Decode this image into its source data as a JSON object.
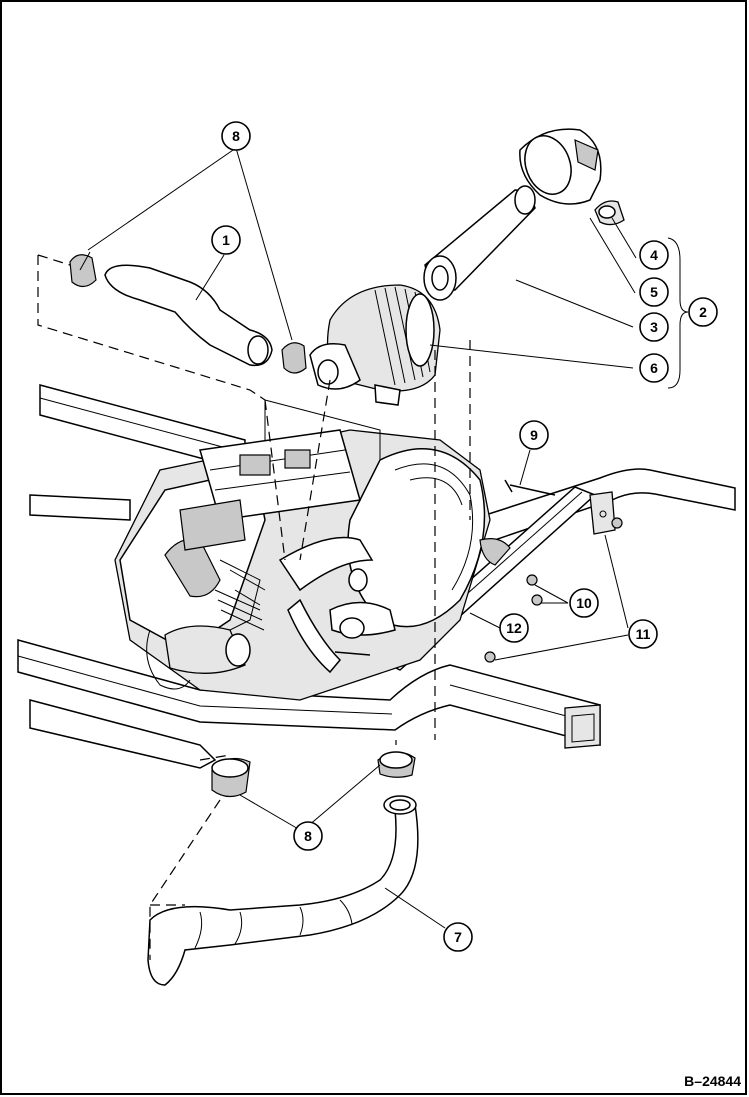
{
  "diagram": {
    "reference_code": "B–24844",
    "callouts": [
      {
        "id": "c1",
        "label": "1"
      },
      {
        "id": "c2",
        "label": "2"
      },
      {
        "id": "c3",
        "label": "3"
      },
      {
        "id": "c4",
        "label": "4"
      },
      {
        "id": "c5",
        "label": "5"
      },
      {
        "id": "c6",
        "label": "6"
      },
      {
        "id": "c7",
        "label": "7"
      },
      {
        "id": "c8a",
        "label": "8"
      },
      {
        "id": "c8b",
        "label": "8"
      },
      {
        "id": "c9",
        "label": "9"
      },
      {
        "id": "c10",
        "label": "10"
      },
      {
        "id": "c11",
        "label": "11"
      },
      {
        "id": "c12",
        "label": "12"
      }
    ]
  }
}
